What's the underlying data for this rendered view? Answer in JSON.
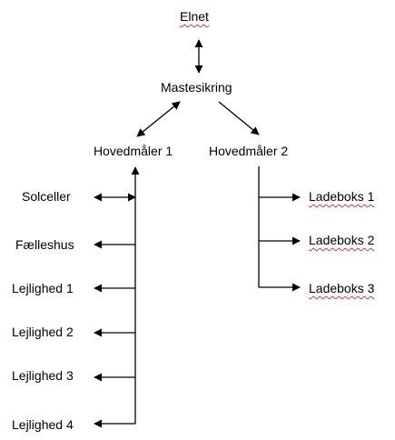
{
  "nodes": {
    "elnet": "Elnet",
    "mastesikring": "Mastesikring",
    "hovedmaaler1": "Hovedmåler 1",
    "hovedmaaler2": "Hovedmåler 2",
    "solceller": "Solceller",
    "faelleshus": "Fælleshus",
    "lejlighed1": "Lejlighed 1",
    "lejlighed2": "Lejlighed 2",
    "lejlighed3": "Lejlighed 3",
    "lejlighed4": "Lejlighed 4",
    "ladeboks1": "Ladeboks 1",
    "ladeboks2": "Ladeboks 2",
    "ladeboks3": "Ladeboks 3"
  },
  "colors": {
    "line": "#000000",
    "spellcheck_underline": "#d33333"
  }
}
